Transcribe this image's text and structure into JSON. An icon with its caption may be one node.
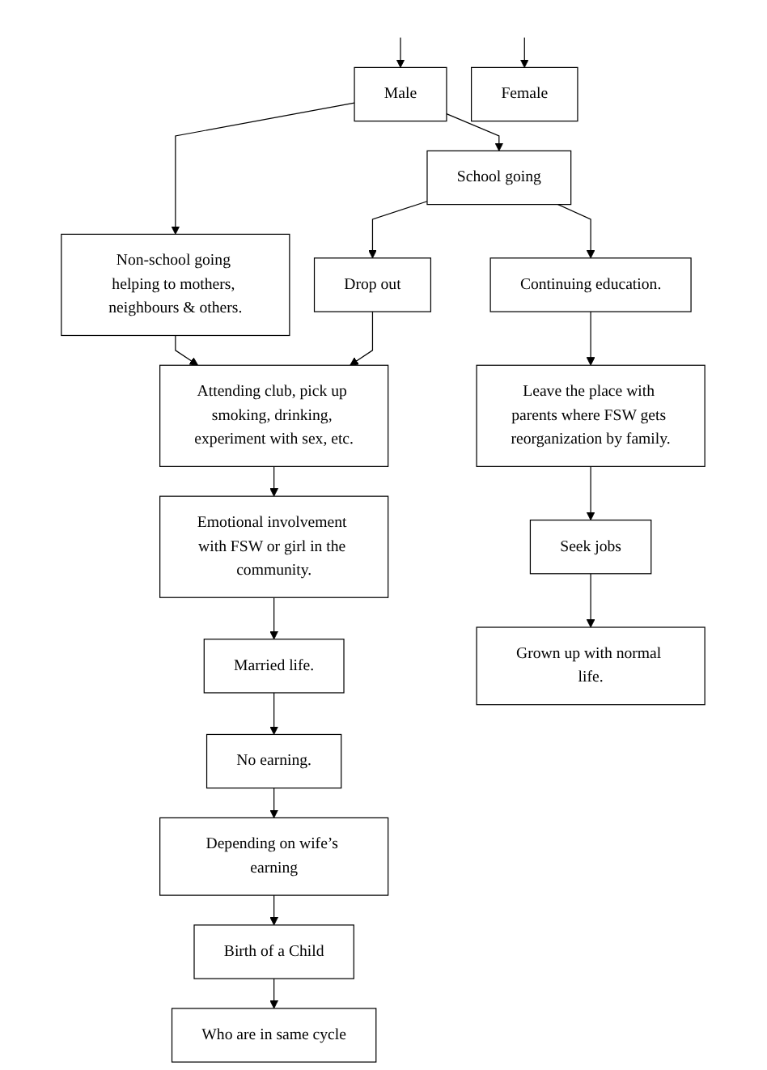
{
  "diagram": {
    "nodes": [
      {
        "text": [
          "Male"
        ]
      },
      {
        "text": [
          "Female"
        ]
      },
      {
        "text": [
          "Non-school going helping to mothers, neighbours & others."
        ]
      },
      {
        "text": [
          "School going"
        ]
      },
      {
        "text": [
          "Attending club, pick up smoking, drinking, experiment with sex, etc."
        ]
      },
      {
        "text": [
          "Drop out"
        ]
      },
      {
        "text": [
          "Continuing education."
        ]
      },
      {
        "text": [
          "Emotional involvement with FSW or girl in the community."
        ]
      },
      {
        "text": [
          "Leave the place with parents where FSW gets reorganization by family."
        ]
      },
      {
        "text": [
          "Married life."
        ]
      },
      {
        "text": [
          "Seek jobs"
        ]
      },
      {
        "text": [
          "No earning."
        ]
      },
      {
        "text": [
          "Depending on wife’s earning"
        ]
      },
      {
        "text": [
          "Grown up with normal life."
        ]
      },
      {
        "text": [
          "Birth of a Child"
        ]
      },
      {
        "text": [
          "Who are in same cycle"
        ]
      }
    ],
    "edges": [
      {
        "from": null,
        "to": 0,
        "arrow": "to"
      },
      {
        "from": null,
        "to": 1,
        "arrow": "to"
      },
      {
        "from": 0,
        "to": 2,
        "arrow": "to"
      },
      {
        "from": 0,
        "to": 3,
        "arrow": "to"
      },
      {
        "from": 3,
        "to": 5,
        "arrow": "to"
      },
      {
        "from": 3,
        "to": 6,
        "arrow": "to"
      },
      {
        "from": 2,
        "to": 4,
        "arrow": "to"
      },
      {
        "from": 5,
        "to": 4,
        "arrow": "to"
      },
      {
        "from": 4,
        "to": 7,
        "arrow": "to"
      },
      {
        "from": 6,
        "to": 8,
        "arrow": "to"
      },
      {
        "from": 7,
        "to": 9,
        "arrow": "to"
      },
      {
        "from": 8,
        "to": 10,
        "arrow": "to"
      },
      {
        "from": 9,
        "to": 11,
        "arrow": "to"
      },
      {
        "from": 10,
        "to": 13,
        "arrow": "to"
      },
      {
        "from": 11,
        "to": 12,
        "arrow": "to"
      },
      {
        "from": 12,
        "to": 14,
        "arrow": "to"
      },
      {
        "from": 14,
        "to": 15,
        "arrow": "to"
      }
    ]
  }
}
